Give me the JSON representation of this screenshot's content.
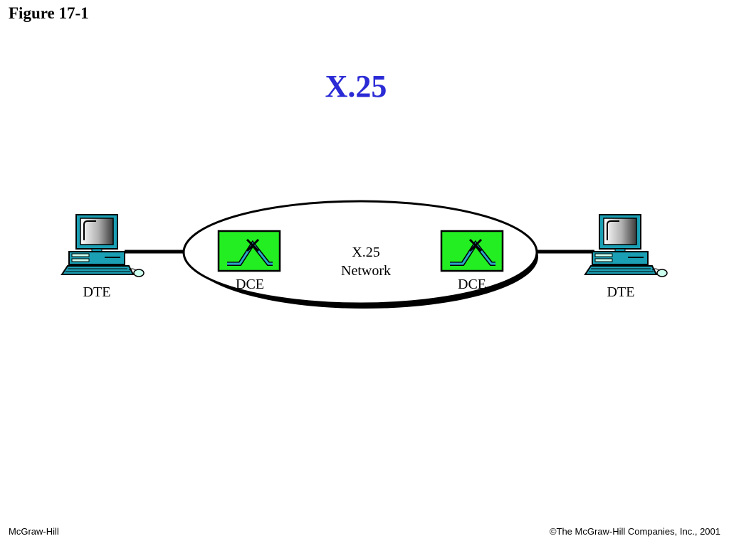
{
  "figure_label": "Figure 17-1",
  "title": "X.25",
  "diagram": {
    "network_label_line1": "X.25",
    "network_label_line2": "Network",
    "left_dte_label": "DTE",
    "right_dte_label": "DTE",
    "left_dce_label": "DCE",
    "right_dce_label": "DCE"
  },
  "footer": {
    "publisher": "McGraw-Hill",
    "copyright": "©The McGraw-Hill Companies, Inc., 2001"
  },
  "colors": {
    "title": "#2b2bd6",
    "dce_fill": "#22ee22",
    "dce_symbol": "#2aa6c8",
    "computer_teal": "#1b9fb4"
  }
}
